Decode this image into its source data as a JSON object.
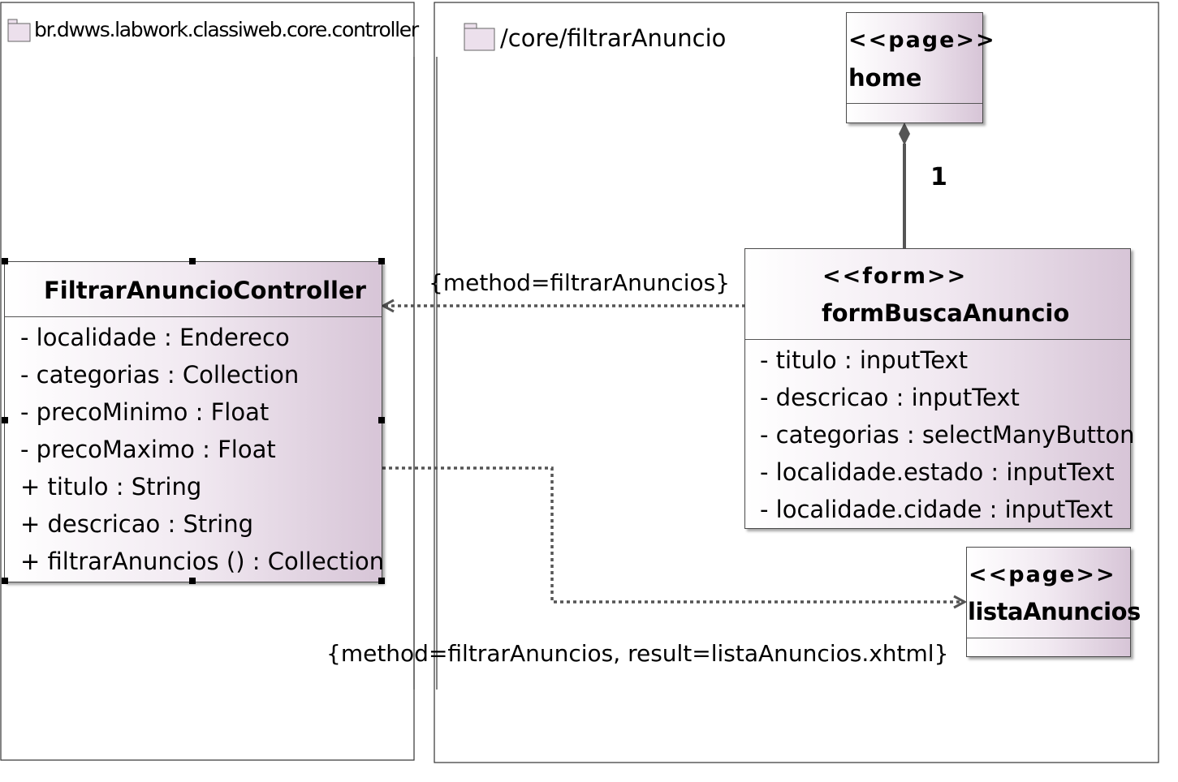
{
  "packages": {
    "left": {
      "title": "br.dwws.labwork.classiweb.core.controller"
    },
    "right": {
      "title": "/core/filtrarAnuncio"
    }
  },
  "classes": {
    "controller": {
      "name": "FiltrarAnuncioController",
      "members": [
        "- localidade : Endereco",
        "- categorias : Collection",
        "- precoMinimo : Float",
        "- precoMaximo : Float",
        "+ titulo : String",
        "+ descricao : String",
        "+ filtrarAnuncios () : Collection"
      ]
    },
    "home": {
      "stereotype": "<<page>>",
      "name": "home"
    },
    "form": {
      "stereotype": "<<form>>",
      "name": "formBuscaAnuncio",
      "members": [
        "- titulo : inputText",
        "- descricao : inputText",
        "- categorias : selectManyButton",
        "- localidade.estado : inputText",
        "- localidade.cidade : inputText"
      ]
    },
    "lista": {
      "stereotype": "<<page>>",
      "name": "listaAnuncios"
    }
  },
  "connectors": {
    "composition_multiplicity": "1",
    "form_to_controller": "{method=filtrarAnuncios}",
    "controller_to_lista": "{method=filtrarAnuncios, result=listaAnuncios.xhtml}"
  }
}
